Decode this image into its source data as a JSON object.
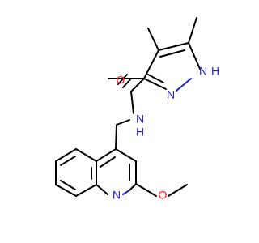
{
  "colors": {
    "carbon_bond": "#000000",
    "nitrogen": "#1f1fd6",
    "oxygen": "#ff1a1a",
    "background": "#ffffff"
  },
  "atoms": {
    "nh_pyrazole": "N",
    "h_pyrazole": "H",
    "n_pyrazole": "N",
    "o_carbonyl": "O",
    "n_amide": "N",
    "h_amide": "H",
    "n_quinoline": "N",
    "o_methoxy": "O"
  }
}
